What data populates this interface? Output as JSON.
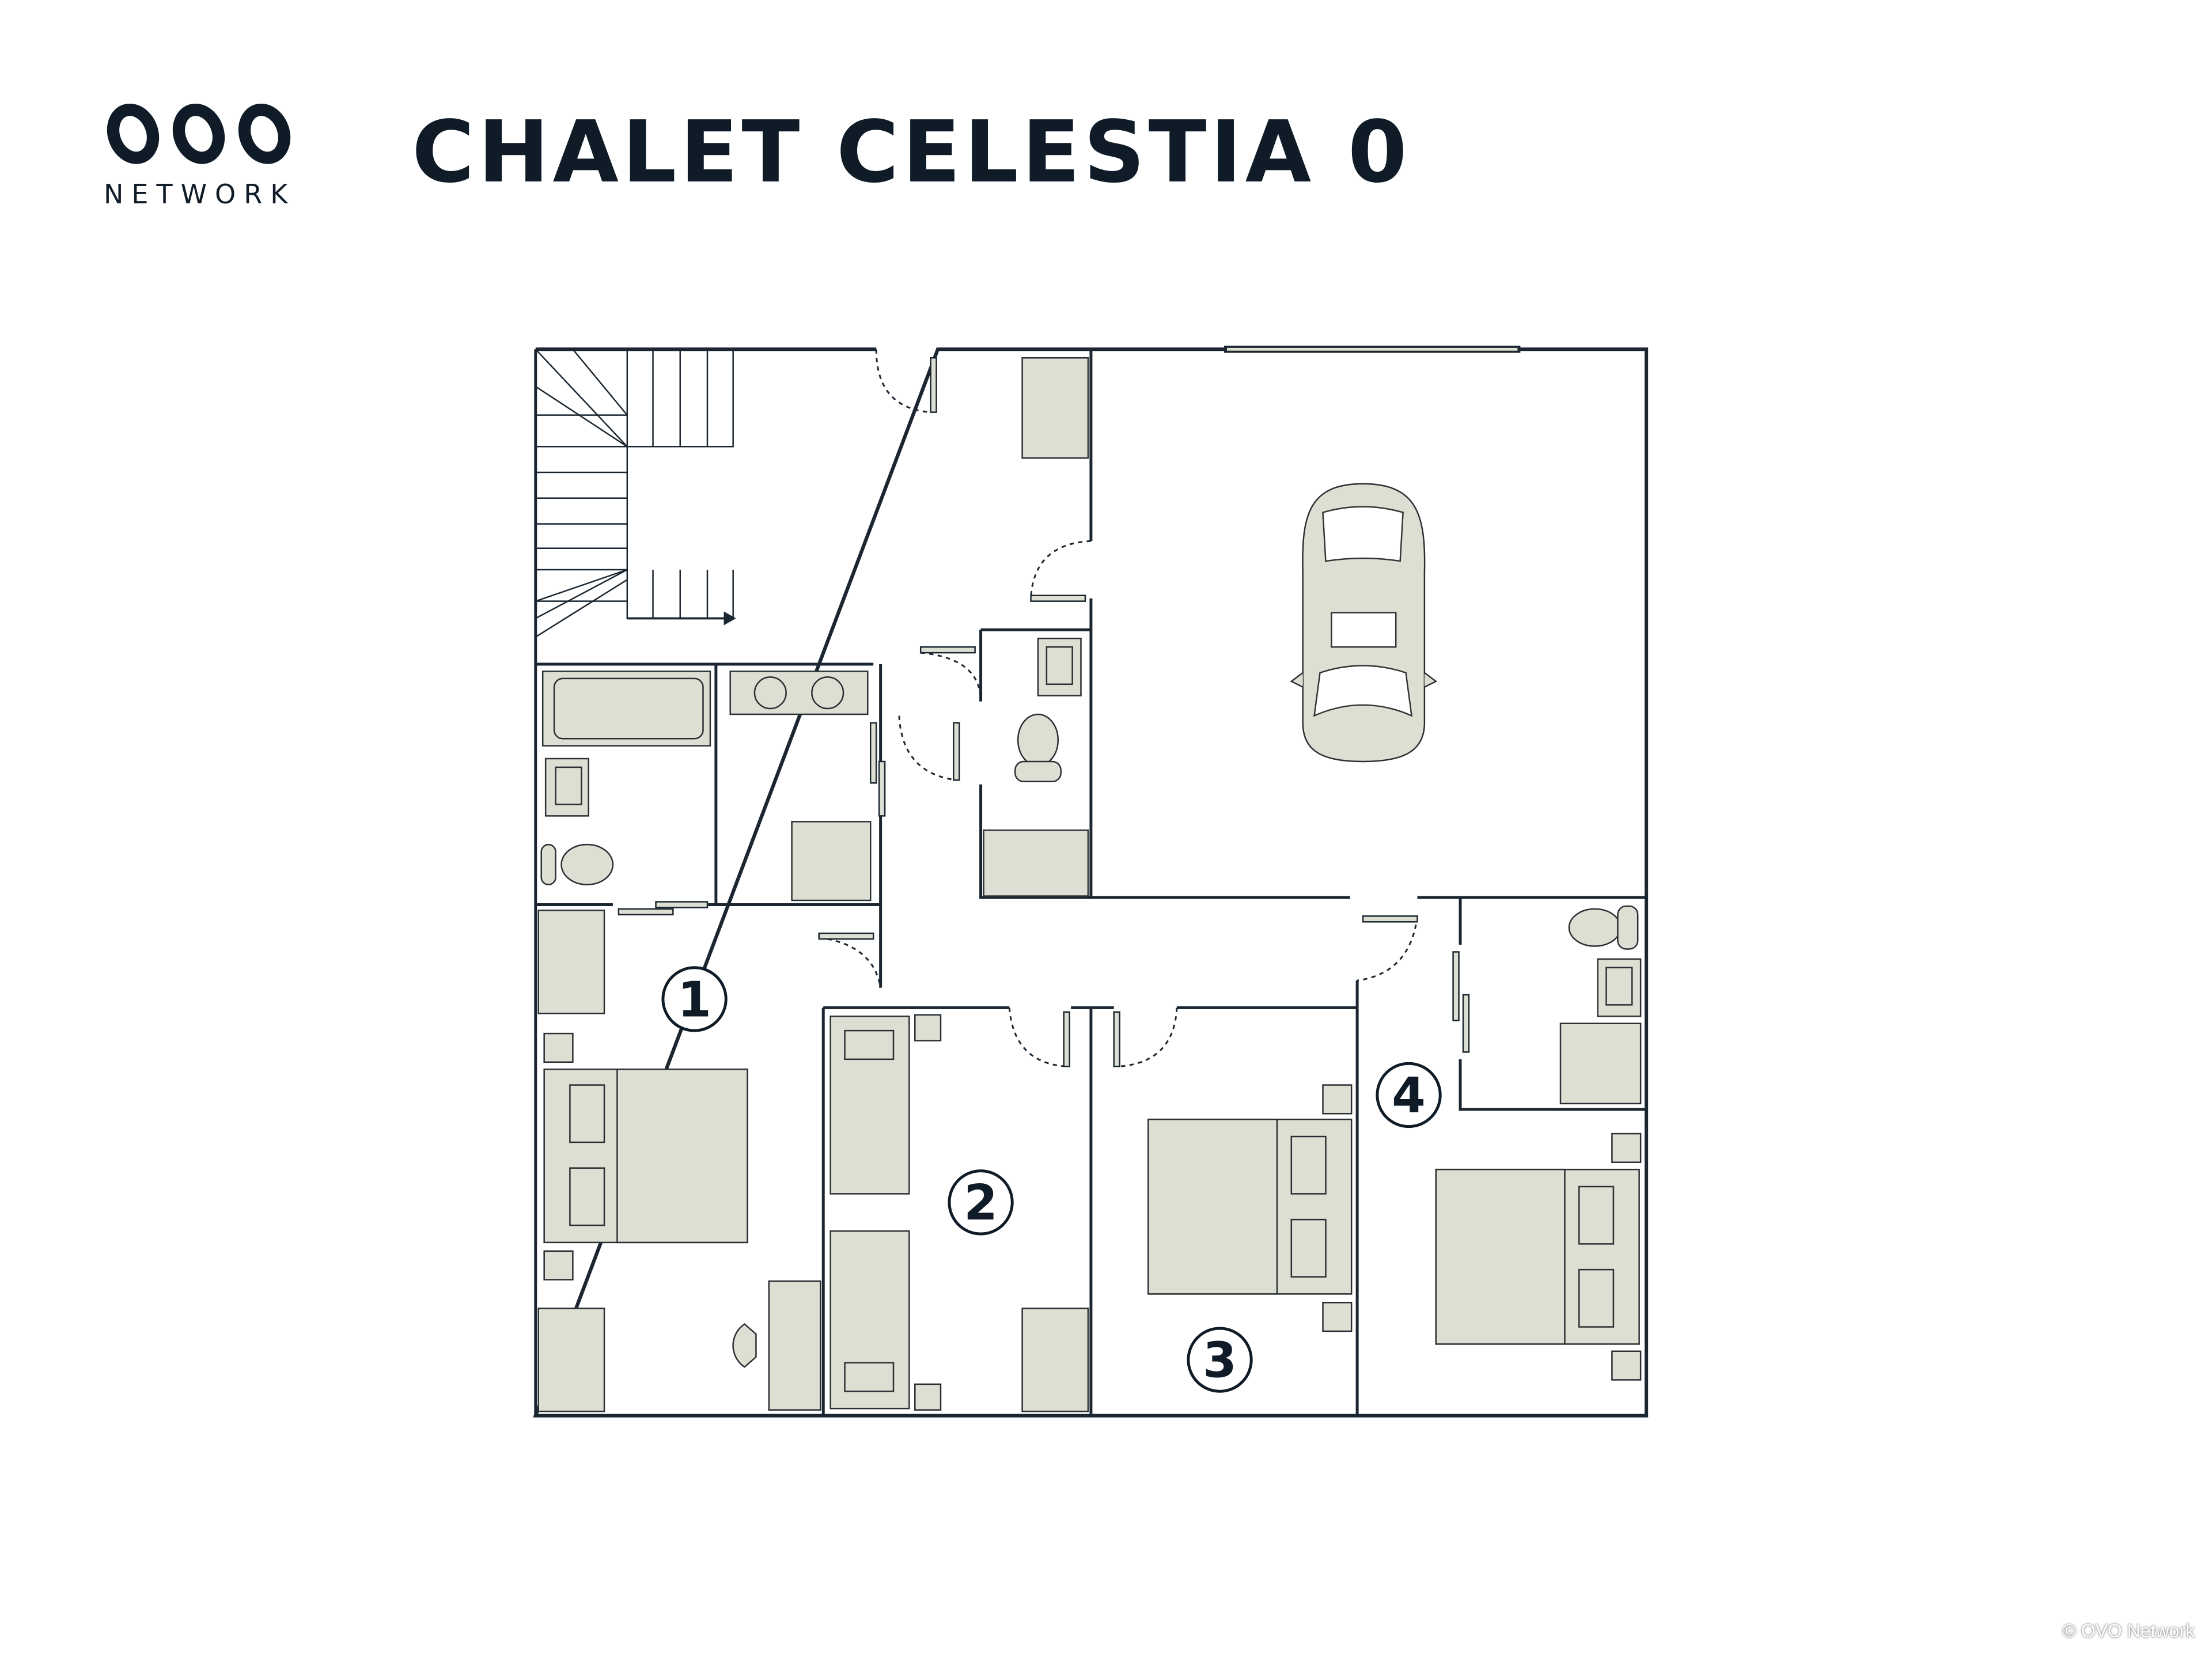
{
  "logo": {
    "text": "NETWORK"
  },
  "title": "CHALET CELESTIA 0",
  "rooms": [
    {
      "number": "1"
    },
    {
      "number": "2"
    },
    {
      "number": "3"
    },
    {
      "number": "4"
    }
  ],
  "copyright": "© OVO Network",
  "colors": {
    "ink": "#0f1c27",
    "furniture": "#dcdfd2"
  }
}
